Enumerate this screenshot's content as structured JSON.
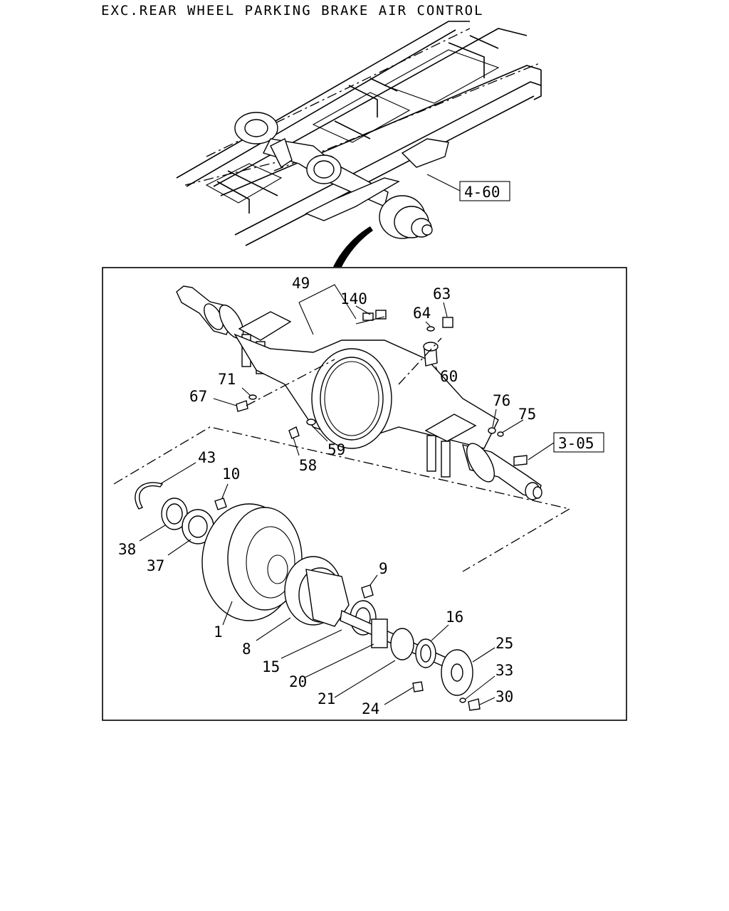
{
  "title": "EXC.REAR WHEEL PARKING BRAKE AIR CONTROL",
  "references": {
    "frame_ref": "4-60",
    "spring_ref": "3-05"
  },
  "callouts": {
    "c49": "49",
    "c140": "140",
    "c63": "63",
    "c64": "64",
    "c60": "60",
    "c71": "71",
    "c67": "67",
    "c76": "76",
    "c75": "75",
    "c59": "59",
    "c58": "58",
    "c43": "43",
    "c10": "10",
    "c38": "38",
    "c37": "37",
    "c9": "9",
    "c1": "1",
    "c16": "16",
    "c8": "8",
    "c15": "15",
    "c25": "25",
    "c20": "20",
    "c33": "33",
    "c21": "21",
    "c30": "30",
    "c24": "24"
  }
}
